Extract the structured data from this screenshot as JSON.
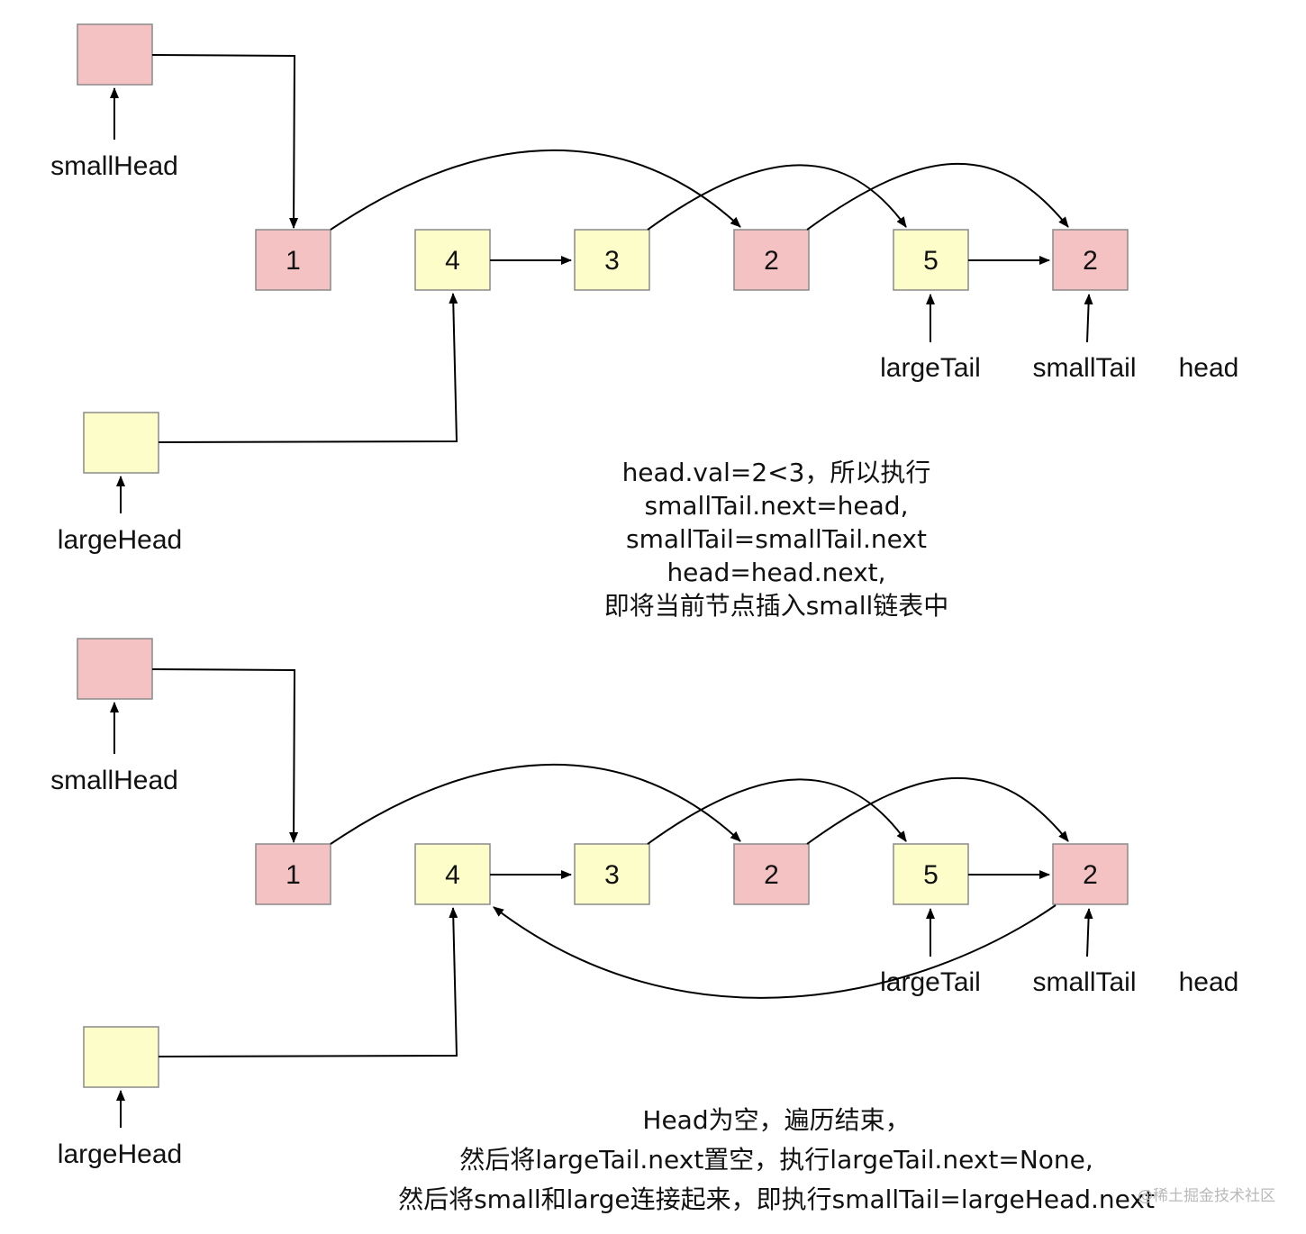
{
  "colors": {
    "small_fill": "#f5c2c4",
    "large_fill": "#fdfdc9",
    "node_stroke": "#8a8a8a",
    "arrow": "#000000",
    "text": "#111111"
  },
  "panels": [
    {
      "id": "panel-1",
      "labels": {
        "small_head": "smallHead",
        "large_head": "largeHead",
        "large_tail": "largeTail",
        "small_tail": "smallTail",
        "head": "head"
      },
      "nodes": [
        {
          "id": "n1",
          "value": "1",
          "list": "small"
        },
        {
          "id": "n4",
          "value": "4",
          "list": "large"
        },
        {
          "id": "n3",
          "value": "3",
          "list": "large"
        },
        {
          "id": "n2a",
          "value": "2",
          "list": "small"
        },
        {
          "id": "n5",
          "value": "5",
          "list": "large"
        },
        {
          "id": "n2b",
          "value": "2",
          "list": "small"
        }
      ],
      "caption": [
        "head.val=2<3，所以执行",
        "smallTail.next=head,",
        "smallTail=smallTail.next",
        "head=head.next,",
        "即将当前节点插入small链表中"
      ]
    },
    {
      "id": "panel-2",
      "labels": {
        "small_head": "smallHead",
        "large_head": "largeHead",
        "large_tail": "largeTail",
        "small_tail": "smallTail",
        "head": "head"
      },
      "nodes": [
        {
          "id": "n1",
          "value": "1",
          "list": "small"
        },
        {
          "id": "n4",
          "value": "4",
          "list": "large"
        },
        {
          "id": "n3",
          "value": "3",
          "list": "large"
        },
        {
          "id": "n2a",
          "value": "2",
          "list": "small"
        },
        {
          "id": "n5",
          "value": "5",
          "list": "large"
        },
        {
          "id": "n2b",
          "value": "2",
          "list": "small"
        }
      ],
      "caption": [
        "Head为空，遍历结束，",
        "然后将largeTail.next置空，执行largeTail.next=None,",
        "然后将small和large连接起来，即执行smallTail=largeHead.next"
      ]
    }
  ],
  "watermark": "@稀土掘金技术社区"
}
